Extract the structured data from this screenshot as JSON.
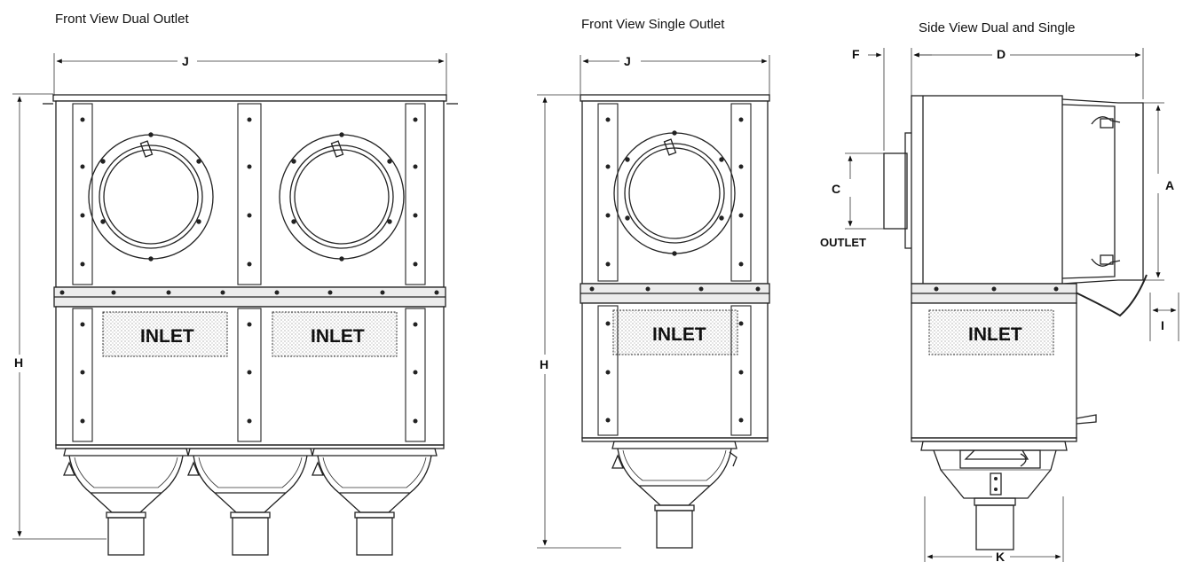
{
  "views": {
    "dual": {
      "title": "Front View Dual Outlet",
      "inlet_left": "INLET",
      "inlet_right": "INLET"
    },
    "single": {
      "title": "Front View Single Outlet",
      "inlet": "INLET"
    },
    "side": {
      "title": "Side View Dual and Single",
      "inlet": "INLET",
      "outlet": "OUTLET"
    }
  },
  "dimensions": {
    "J_dual": "J",
    "H_dual": "H",
    "J_single": "J",
    "H_single": "H",
    "F": "F",
    "D": "D",
    "C": "C",
    "A": "A",
    "I": "I",
    "K": "K"
  }
}
